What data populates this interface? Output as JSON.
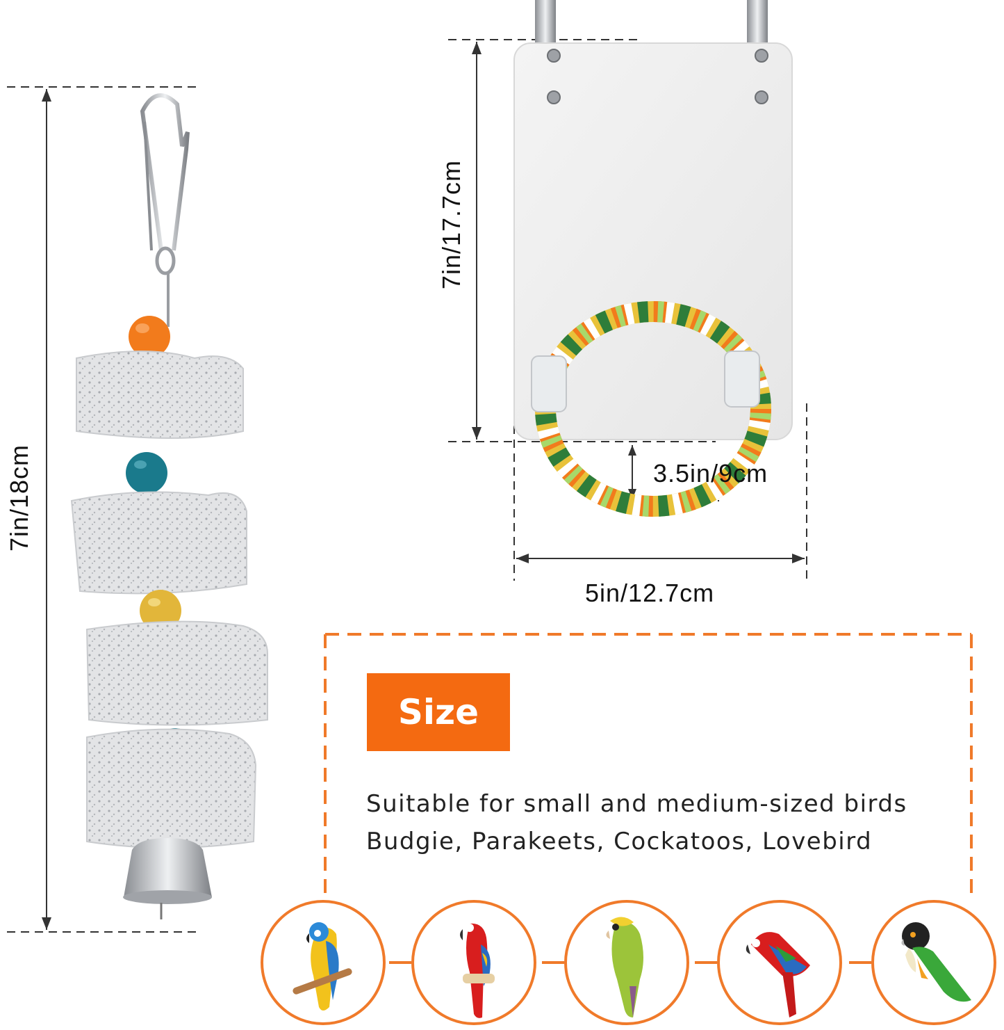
{
  "dimensions": {
    "toy_height": "7in/18cm",
    "mirror_height": "7in/17.7cm",
    "ring_drop": "3.5in/9cm",
    "mirror_width": "5in/12.7cm"
  },
  "badge": {
    "label": "Size",
    "color": "#f46a11"
  },
  "description": {
    "line1": "Suitable for small and medium-sized birds",
    "line2": "Budgie, Parakeets, Cockatoos, Lovebird"
  },
  "colors": {
    "accent": "#f07a2a",
    "dash": "#333333"
  },
  "bird_icons": [
    "macaw-blue-yellow-icon",
    "scarlet-macaw-icon",
    "green-conure-icon",
    "red-parrot-icon",
    "caique-icon"
  ]
}
